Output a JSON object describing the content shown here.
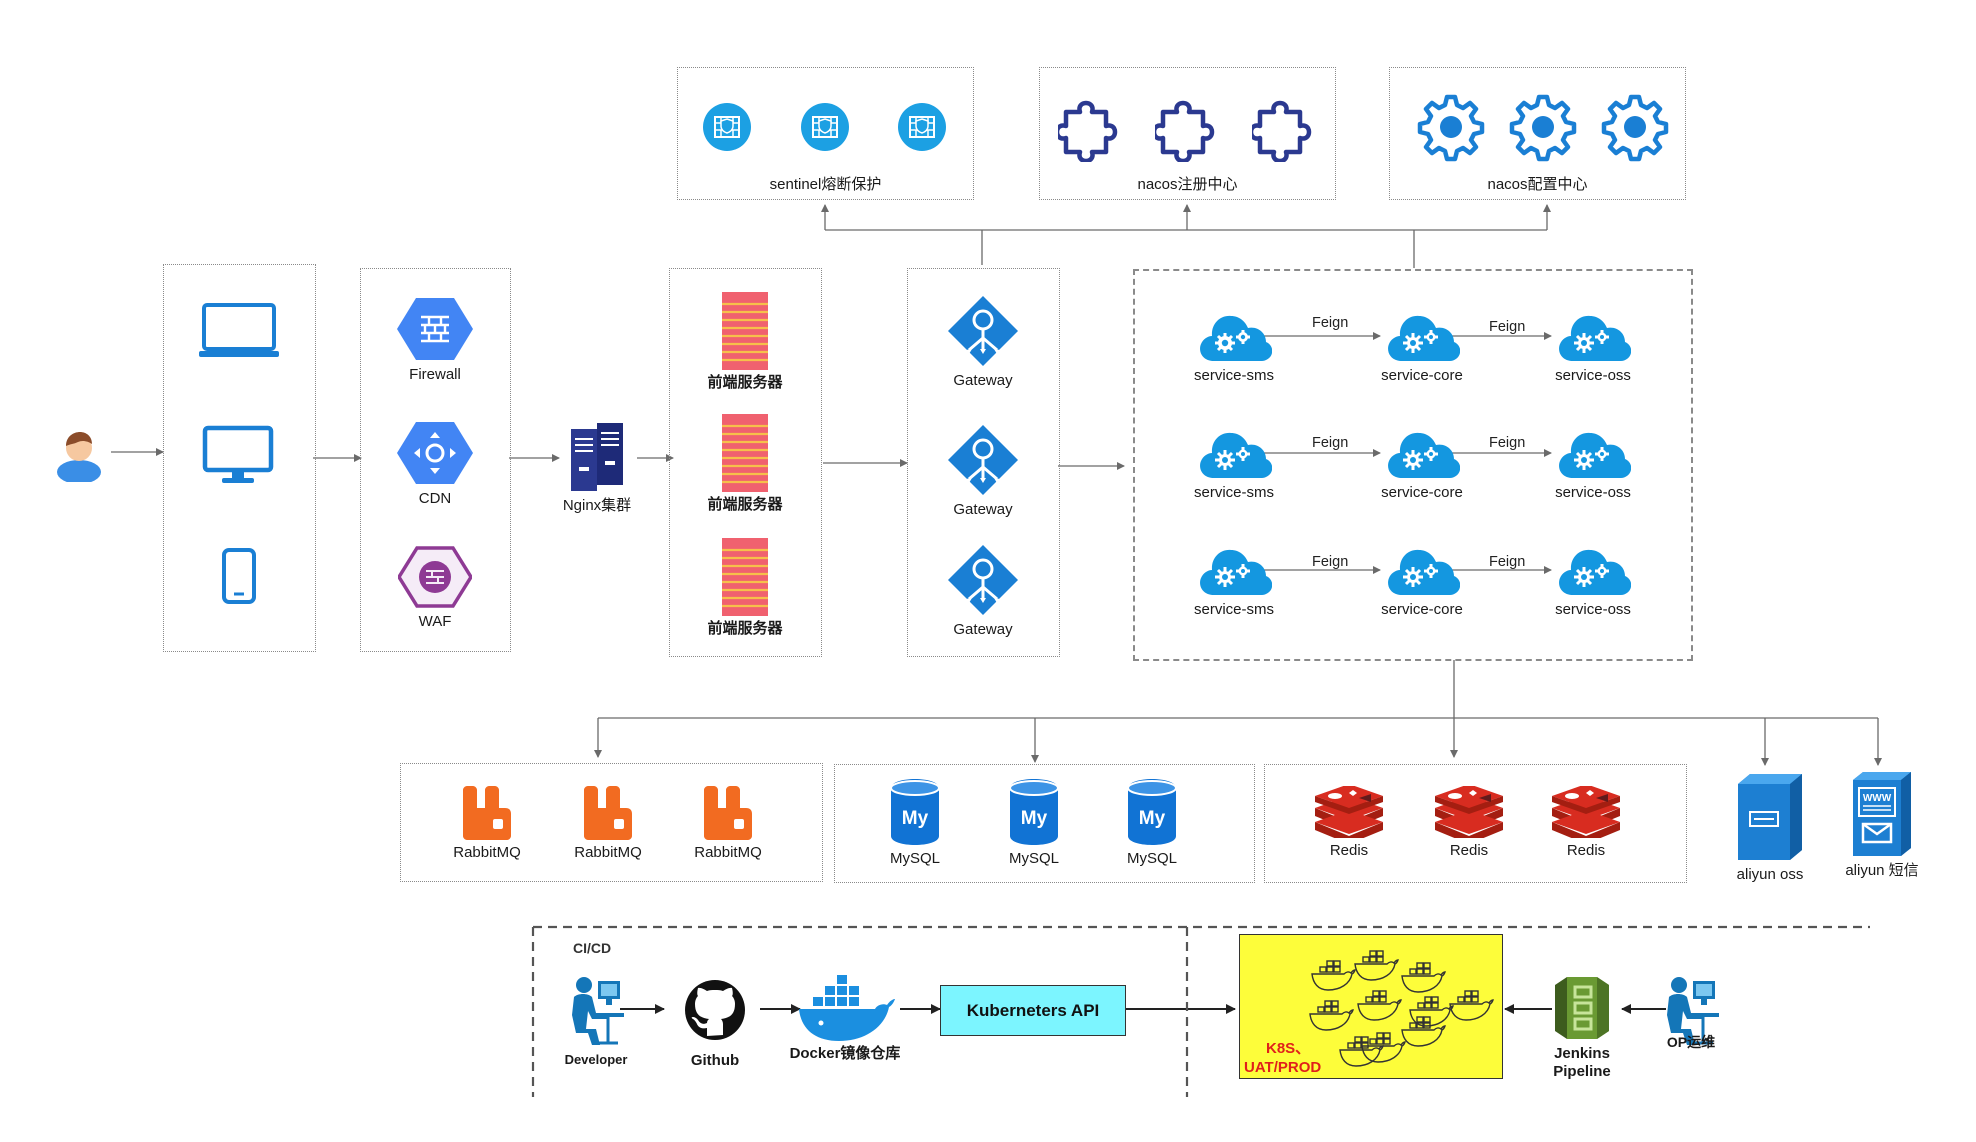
{
  "top_groups": {
    "sentinel": "sentinel熔断保护",
    "nacos_registry": "nacos注册中心",
    "nacos_config": "nacos配置中心"
  },
  "edge": {
    "firewall": "Firewall",
    "cdn": "CDN",
    "waf": "WAF",
    "nginx": "Nginx集群"
  },
  "frontend_servers": [
    "前端服务器",
    "前端服务器",
    "前端服务器"
  ],
  "gateways": [
    "Gateway",
    "Gateway",
    "Gateway"
  ],
  "services": {
    "feign": "Feign",
    "rows": [
      [
        "service-sms",
        "service-core",
        "service-oss"
      ],
      [
        "service-sms",
        "service-core",
        "service-oss"
      ],
      [
        "service-sms",
        "service-core",
        "service-oss"
      ]
    ]
  },
  "middleware": {
    "rabbitmq": [
      "RabbitMQ",
      "RabbitMQ",
      "RabbitMQ"
    ],
    "mysql": [
      "MySQL",
      "MySQL",
      "MySQL"
    ],
    "redis": [
      "Redis",
      "Redis",
      "Redis"
    ],
    "aliyun_oss": "aliyun oss",
    "aliyun_sms": "aliyun 短信"
  },
  "cicd": {
    "title": "CI/CD",
    "developer": "Developer",
    "github": "Github",
    "docker": "Docker镜像仓库",
    "k8s_api": "Kuberneters API",
    "k8s_env_line1": "K8S、",
    "k8s_env_line2": "UAT/PROD",
    "jenkins_line1": "Jenkins",
    "jenkins_line2": "Pipeline",
    "op": "OP运维"
  },
  "colors": {
    "accent_blue": "#1a7fd4",
    "navy": "#2b3990",
    "server_red": "#f0616f",
    "cloud_blue": "#1497e0",
    "rabbit_orange": "#f26b21",
    "mysql_blue": "#1173d4",
    "redis_red": "#d82c20",
    "k8s_yellow": "#fdfd3a",
    "api_cyan": "#7cf5ff",
    "jenkins_green": "#5e8a2d"
  }
}
